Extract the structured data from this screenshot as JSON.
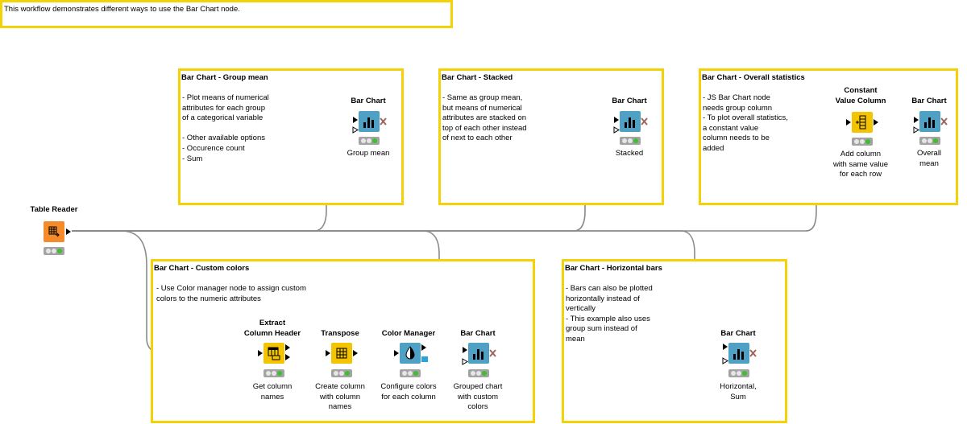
{
  "header": {
    "note": "This workflow demonstrates different ways to use the Bar Chart node."
  },
  "colors": {
    "annotation_border": "#f5d208",
    "visualization_node": "#4ea1c4",
    "manipulation_node": "#f5c400",
    "source_node": "#f58b2b",
    "success": "#3fbf2f"
  },
  "annotations": [
    {
      "title": "Bar Chart - Group mean",
      "text": "- Plot means of numerical\nattributes for each group\nof a categorical variable\n\n- Other available options\n- Occurence count\n- Sum"
    },
    {
      "title": "Bar Chart - Stacked",
      "text": "- Same as group mean,\nbut means of numerical\nattributes are stacked on\ntop of each other instead\nof next to each other"
    },
    {
      "title": "Bar Chart - Overall statistics",
      "text": "- JS Bar Chart node\nneeds group column\n- To plot overall statistics,\na constant value\ncolumn needs to be\nadded"
    },
    {
      "title": "Bar Chart - Custom colors",
      "text": "- Use Color manager node to assign custom\ncolors to the numeric attributes"
    },
    {
      "title": "Bar Chart - Horizontal bars",
      "text": "- Bars can also be plotted\nhorizontally instead of\nvertically\n- This example also uses\ngroup sum instead of\nmean"
    }
  ],
  "nodes": [
    {
      "name": "Table Reader",
      "type": "source",
      "icon": "table-reader-icon",
      "description": ""
    },
    {
      "name": "Bar Chart",
      "type": "viz",
      "icon": "bar-chart-icon",
      "description": "Group mean"
    },
    {
      "name": "Bar Chart",
      "type": "viz",
      "icon": "bar-chart-icon",
      "description": "Stacked"
    },
    {
      "name": "Constant\nValue Column",
      "type": "manip",
      "icon": "constant-value-icon",
      "description": "Add column\nwith same value\nfor each row"
    },
    {
      "name": "Bar Chart",
      "type": "viz",
      "icon": "bar-chart-icon",
      "description": "Overall\nmean"
    },
    {
      "name": "Extract\nColumn Header",
      "type": "manip",
      "icon": "extract-header-icon",
      "description": "Get column\nnames"
    },
    {
      "name": "Transpose",
      "type": "manip",
      "icon": "transpose-icon",
      "description": "Create column\nwith column\nnames"
    },
    {
      "name": "Color Manager",
      "type": "viz",
      "icon": "color-manager-icon",
      "description": "Configure colors\nfor each column"
    },
    {
      "name": "Bar Chart",
      "type": "viz",
      "icon": "bar-chart-icon",
      "description": "Grouped chart\nwith custom\ncolors"
    },
    {
      "name": "Bar Chart",
      "type": "viz",
      "icon": "bar-chart-icon",
      "description": "Horizontal,\nSum"
    }
  ]
}
